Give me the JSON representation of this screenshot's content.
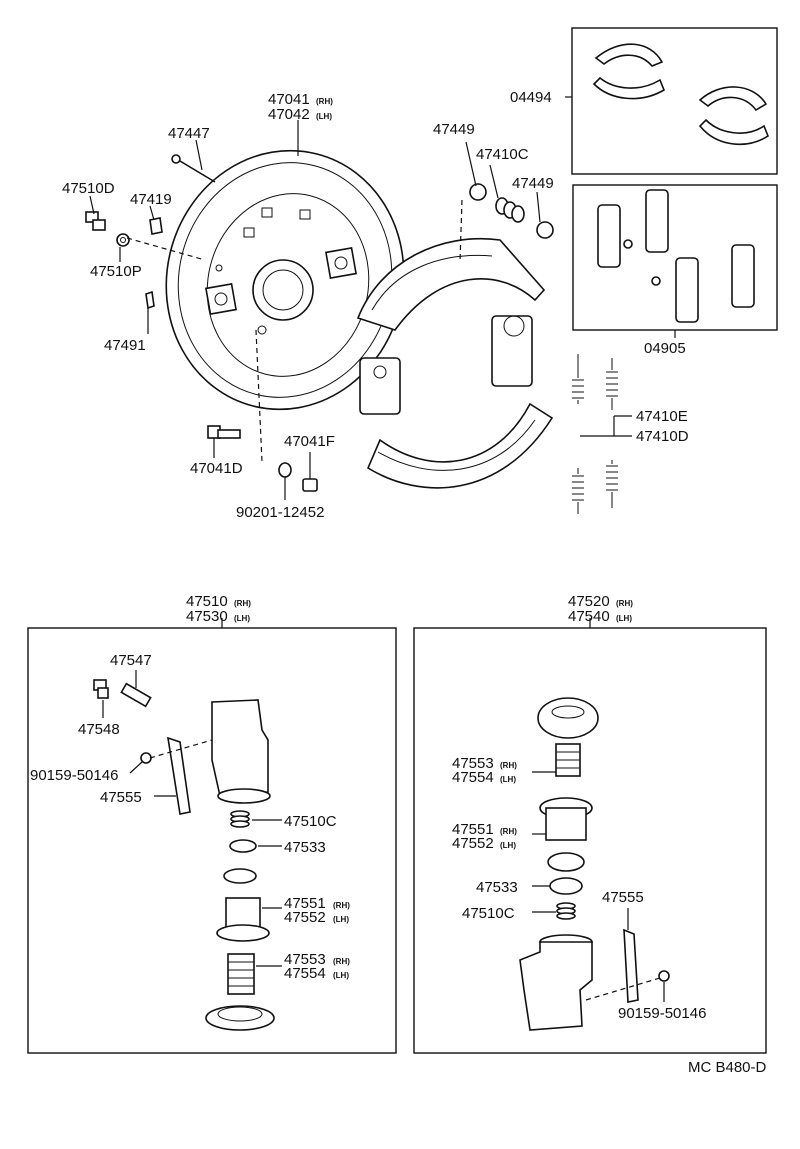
{
  "title_code": "MC B480-D",
  "labels": {
    "p47041": "47041",
    "p47041_sub": "(RH)",
    "p47042": "47042",
    "p47042_sub": "(LH)",
    "p47447": "47447",
    "p47510D": "47510D",
    "p47419": "47419",
    "p47510P": "47510P",
    "p47491": "47491",
    "p47041D": "47041D",
    "p47041F": "47041F",
    "p90201": "90201-12452",
    "p47449a": "47449",
    "p47410C": "47410C",
    "p47449b": "47449",
    "p04494": "04494",
    "p04905": "04905",
    "p47410E": "47410E",
    "p47410D": "47410D",
    "left_head1": "47510",
    "left_head1_sub": "(RH)",
    "left_head2": "47530",
    "left_head2_sub": "(LH)",
    "l47547": "47547",
    "l47548": "47548",
    "l90159": "90159-50146",
    "l47555": "47555",
    "l47510C": "47510C",
    "l47533": "47533",
    "l47551": "47551",
    "l47551_sub": "(RH)",
    "l47552": "47552",
    "l47552_sub": "(LH)",
    "l47553": "47553",
    "l47553_sub": "(RH)",
    "l47554": "47554",
    "l47554_sub": "(LH)",
    "right_head1": "47520",
    "right_head1_sub": "(RH)",
    "right_head2": "47540",
    "right_head2_sub": "(LH)",
    "r47553": "47553",
    "r47553_sub": "(RH)",
    "r47554": "47554",
    "r47554_sub": "(LH)",
    "r47551": "47551",
    "r47551_sub": "(RH)",
    "r47552": "47552",
    "r47552_sub": "(LH)",
    "r47533": "47533",
    "r47510C": "47510C",
    "r47555": "47555",
    "r90159": "90159-50146"
  }
}
